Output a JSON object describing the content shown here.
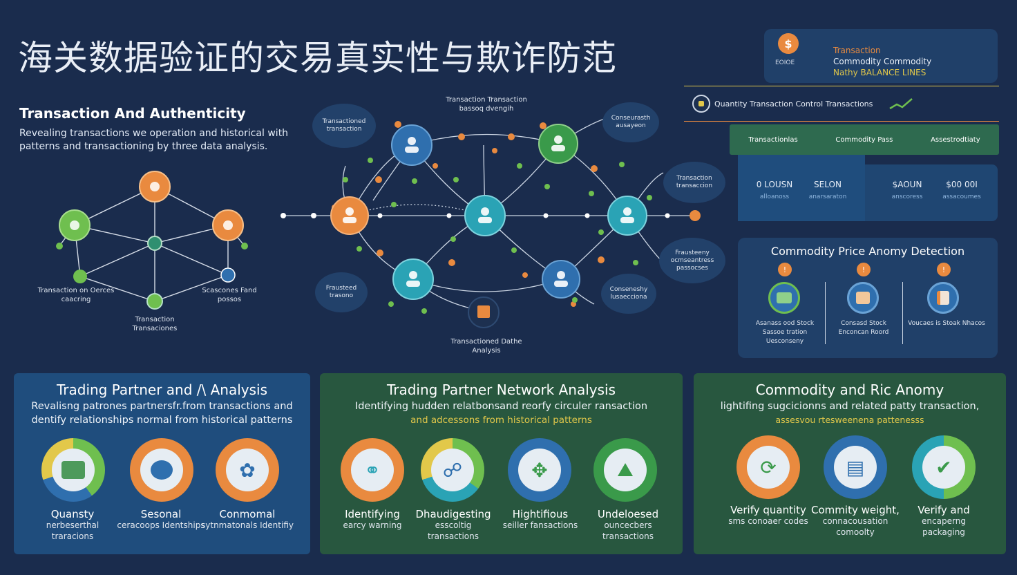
{
  "header": {
    "title": "海关数据验证的交易真实性与欺诈防范"
  },
  "left_section": {
    "title": "Transaction And Authenticity",
    "desc": "Revealing transactions we operation and historical with patterns and transactioning by three data analysis.",
    "node_labels": {
      "left": "Transaction on Oerces caacring",
      "right": "Scascones Fand possos",
      "bottom": "Transaction Transaciones"
    }
  },
  "network": {
    "top_label": "Transaction Transaction bassoq dvengih",
    "bottom_label": "Transactioned Dathe Analysis",
    "bubbles": {
      "tl": "Transactioned transaction",
      "tr": "Conseurasth ausayeon",
      "mr": "Transaction transaccion",
      "br": "Frausteeny ocmseantress passocses",
      "bl": "Frausteed trasono",
      "bm": "Conseneshy lusaecciona"
    }
  },
  "top_right_panel": {
    "badge_icon": "dollar-icon",
    "lines": [
      "Transaction",
      "Commodity Commodity",
      "Nathy BALANCE LINES"
    ],
    "left_tag": "EOIOE"
  },
  "overview_bar": {
    "text": "Quantity Transaction Control Transactions"
  },
  "tabs_bar": {
    "items": [
      "Transactionlas",
      "Commodity Pass",
      "Assestrodtiaty"
    ]
  },
  "stats": {
    "items": [
      {
        "value": "0 LOUSN",
        "label": "alloanoss"
      },
      {
        "value": "SELON",
        "label": "anarsaraton"
      },
      {
        "value": "$AOUN",
        "label": "anscoress"
      },
      {
        "value": "$00 00I",
        "label": "assacoumes"
      }
    ]
  },
  "anomaly_panel": {
    "title": "Commodity Price  Anomy Detection",
    "items": [
      {
        "label": "Asanass ood Stock Sassoe tration Uesconseny"
      },
      {
        "label": "Consasd Stock Enconcan Roord"
      },
      {
        "label": "Voucaes is Stoak Nhacos"
      }
    ]
  },
  "cards": [
    {
      "title": "Trading Partner and /\\ Analysis",
      "desc": "Revalisng patrones partnersfr.from transactions and dentify relationships normal from historical patterns",
      "items": [
        {
          "label": "Quansty",
          "sub": "nerbeserthal traracions"
        },
        {
          "label": "Sesonal",
          "sub": "ceracoops Identships"
        },
        {
          "label": "Conmomal",
          "sub": "sytnmatonals Identifiy"
        }
      ]
    },
    {
      "title": "Trading Partner Network Analysis",
      "desc": "Identifying hudden relatbonsand reorfy circuler ransaction",
      "desc2": "and adcessons from historical patterns",
      "items": [
        {
          "label": "Identifying",
          "sub": "earcy warning"
        },
        {
          "label": "Dhaudigesting",
          "sub": "esscoltig transactions"
        },
        {
          "label": "Hightifious",
          "sub": "seiller fansactions"
        },
        {
          "label": "Undeloesed",
          "sub": "ouncecbers transactions"
        }
      ]
    },
    {
      "title": "Commodity and Ric Anomy",
      "desc": "lightifing sugcicionns and related patty transaction,",
      "desc2": "assesvou rtesweenena pattenesss",
      "items": [
        {
          "label": "Verify quantity",
          "sub": "sms conoaer codes"
        },
        {
          "label": "Commity weight,",
          "sub": "connacousation comoolty"
        },
        {
          "label": "Verify and",
          "sub": "encaperng packaging"
        }
      ]
    }
  ],
  "colors": {
    "bg": "#1a2c4d",
    "orange": "#e98a3f",
    "green": "#5fae4b",
    "teal": "#2a9db0",
    "blue": "#2f6fae",
    "yellow_text": "#e2c84a"
  }
}
